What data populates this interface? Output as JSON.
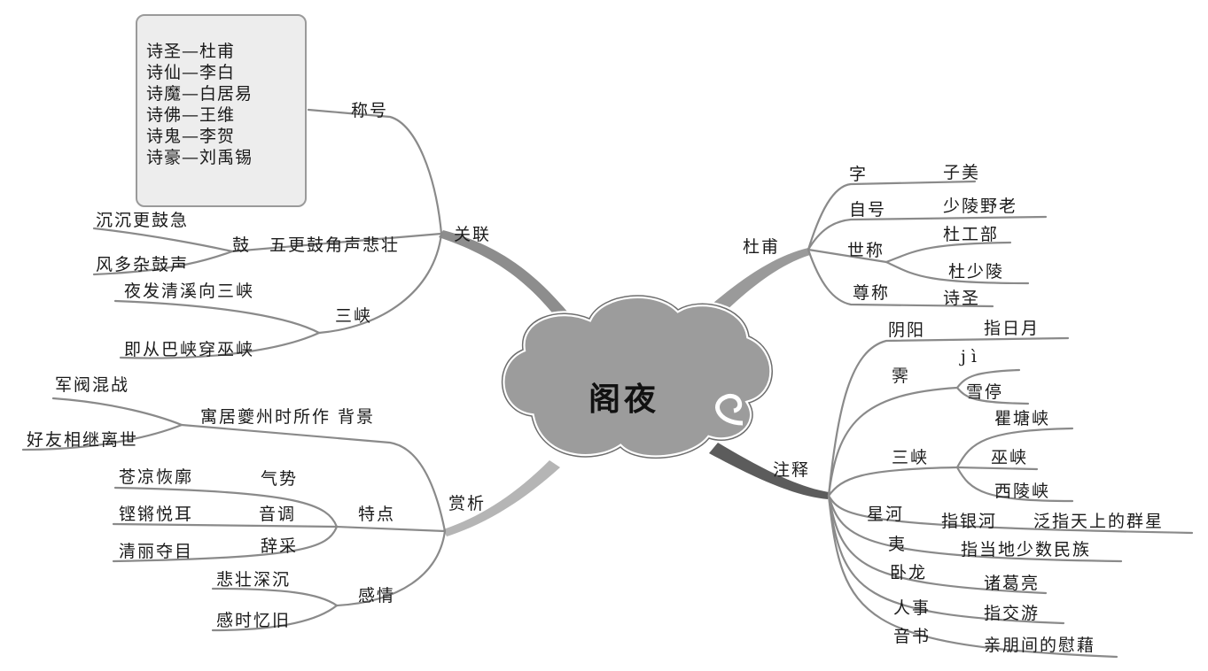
{
  "center": "阁夜",
  "branches": {
    "guanlian": {
      "label": "关联",
      "chenghao": {
        "label": "称号",
        "items": [
          "诗圣—杜甫",
          "诗仙—李白",
          "诗魔—白居易",
          "诗佛—王维",
          "诗鬼—李贺",
          "诗豪—刘禹锡"
        ]
      },
      "gu": {
        "label": "鼓",
        "detail": "五更鼓角声悲壮",
        "subs": [
          "沉沉更鼓急",
          "风多杂鼓声"
        ]
      },
      "sanxia": {
        "label": "三峡",
        "subs": [
          "夜发清溪向三峡",
          "即从巴峡穿巫峡"
        ]
      }
    },
    "shangxi": {
      "label": "赏析",
      "beijing": {
        "label": "寓居夔州时所作 背景",
        "subs": [
          "军阀混战",
          "好友相继离世"
        ]
      },
      "tedian": {
        "label": "特点",
        "rows": [
          {
            "key": "气势",
            "value": "苍凉恢廓"
          },
          {
            "key": "音调",
            "value": "铿锵悦耳"
          },
          {
            "key": "辞采",
            "value": "清丽夺目"
          }
        ]
      },
      "ganqing": {
        "label": "感情",
        "subs": [
          "悲壮深沉",
          "感时忆旧"
        ]
      }
    },
    "dufu": {
      "label": "杜甫",
      "zi": {
        "label": "字",
        "value": "子美"
      },
      "zihao": {
        "label": "自号",
        "value": "少陵野老"
      },
      "shicheng": {
        "label": "世称",
        "values": [
          "杜工部",
          "杜少陵"
        ]
      },
      "zuncheng": {
        "label": "尊称",
        "value": "诗圣"
      }
    },
    "zhushi": {
      "label": "注释",
      "yinyang": {
        "label": "阴阳",
        "value": "指日月"
      },
      "ji": {
        "label": "霁",
        "pinyin": "jì",
        "value": "雪停"
      },
      "sanxia": {
        "label": "三峡",
        "values": [
          "瞿塘峡",
          "巫峡",
          "西陵峡"
        ]
      },
      "xinghe": {
        "label": "星河",
        "value": "指银河",
        "extra": "泛指天上的群星"
      },
      "yi": {
        "label": "夷",
        "value": "指当地少数民族"
      },
      "wolong": {
        "label": "卧龙",
        "value": "诸葛亮"
      },
      "renshi": {
        "label": "人事",
        "value": "指交游"
      },
      "yinshu": {
        "label": "音书",
        "value": "亲朋间的慰藉"
      }
    }
  },
  "colors": {
    "cloud": "#9a9a9a",
    "cloud_edge": "#5a5a5a",
    "branch": "#8a8a8a",
    "box_bg": "#ededed"
  }
}
